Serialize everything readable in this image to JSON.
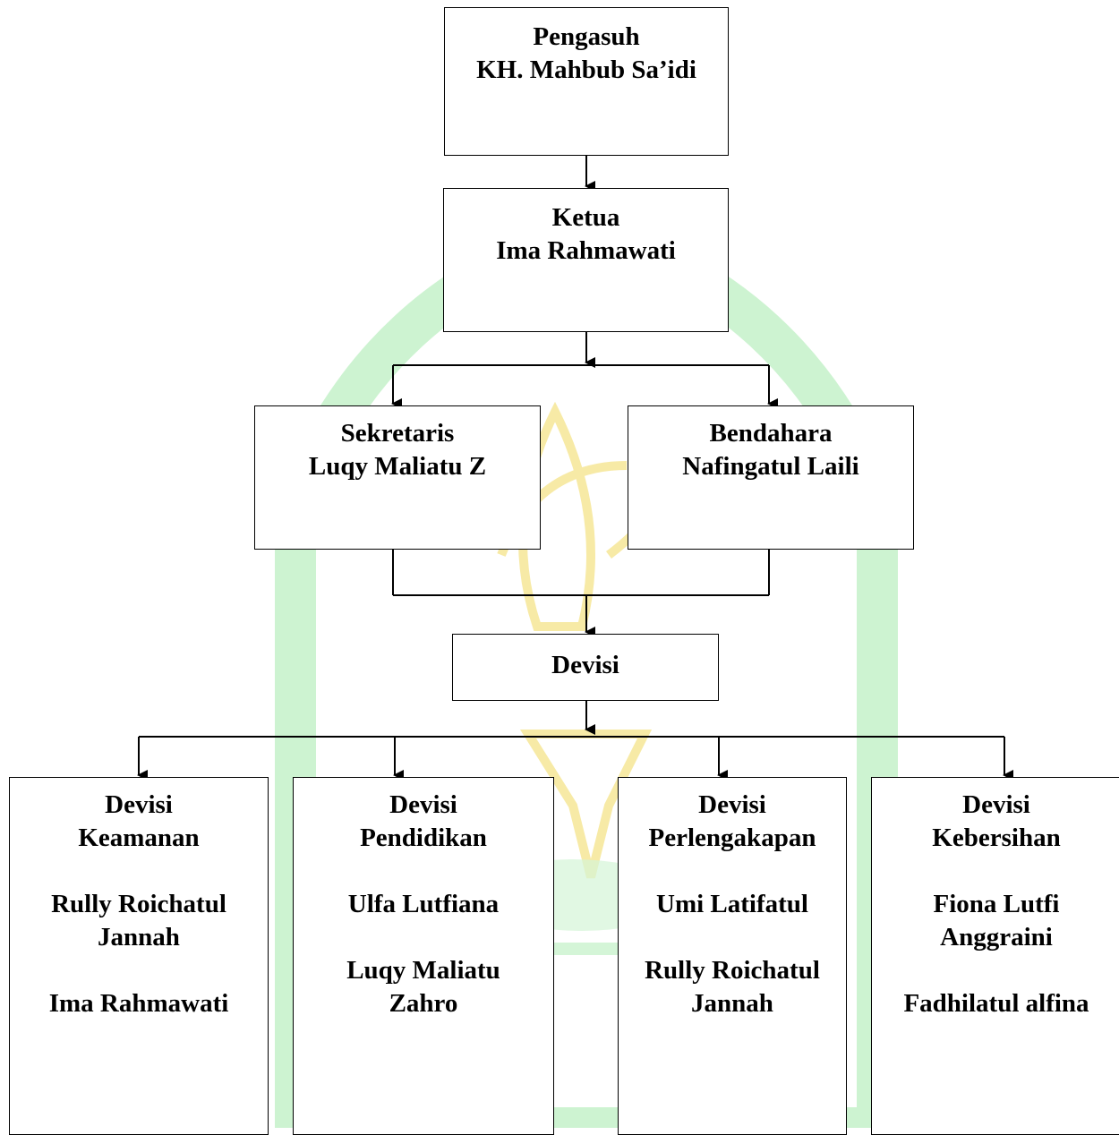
{
  "org_chart": {
    "pengasuh": {
      "role": "Pengasuh",
      "name": "KH. Mahbub Sa’idi"
    },
    "ketua": {
      "role": "Ketua",
      "name": "Ima Rahmawati"
    },
    "sekretaris": {
      "role": "Sekretaris",
      "name": "Luqy Maliatu Z"
    },
    "bendahara": {
      "role": "Bendahara",
      "name": "Nafingatul Laili"
    },
    "devisi": {
      "role": "Devisi"
    },
    "divisions": [
      {
        "title_1": "Devisi",
        "title_2": "Keamanan",
        "member_1a": "Rully Roichatul",
        "member_1b": "Jannah",
        "member_2a": "Ima Rahmawati",
        "member_2b": ""
      },
      {
        "title_1": "Devisi",
        "title_2": "Pendidikan",
        "member_1a": "Ulfa Lutfiana",
        "member_1b": "",
        "member_2a": "Luqy Maliatu",
        "member_2b": "Zahro"
      },
      {
        "title_1": "Devisi",
        "title_2": "Perlengakapan",
        "member_1a": "Umi Latifatul",
        "member_1b": "",
        "member_2a": "Rully Roichatul",
        "member_2b": "Jannah"
      },
      {
        "title_1": "Devisi",
        "title_2": "Kebersihan",
        "member_1a": "Fiona Lutfi",
        "member_1b": "Anggraini",
        "member_2a": "Fadhilatul alfina",
        "member_2b": ""
      }
    ]
  },
  "colors": {
    "box_border": "#000000",
    "connector": "#000000",
    "watermark_green": "#c8f2cc",
    "watermark_yellow": "#f7eaa6"
  }
}
